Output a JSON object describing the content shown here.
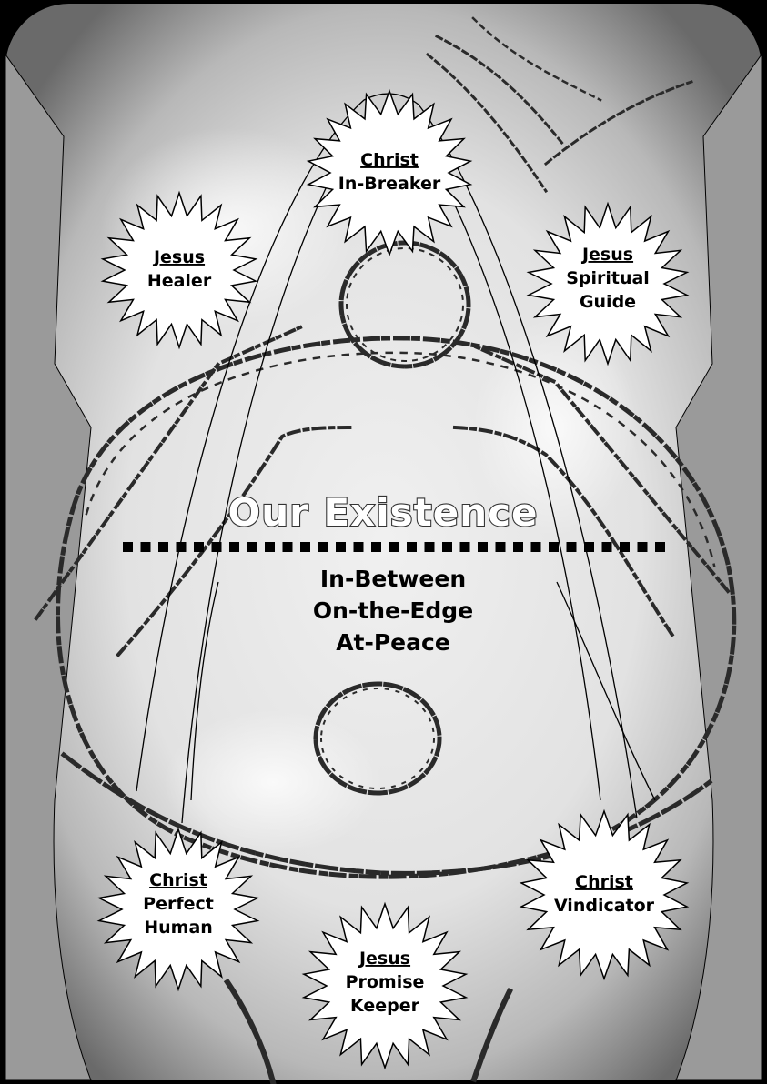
{
  "title": "Our Existence",
  "states": [
    "In-Between",
    "On-the-Edge",
    "At-Peace"
  ],
  "bursts": [
    {
      "id": "christ-in-breaker",
      "head": "Christ",
      "lines": [
        "In-Breaker"
      ]
    },
    {
      "id": "jesus-healer",
      "head": "Jesus",
      "lines": [
        "Healer"
      ]
    },
    {
      "id": "jesus-spiritual-guide",
      "head": "Jesus",
      "lines": [
        "Spiritual",
        "Guide"
      ]
    },
    {
      "id": "christ-perfect-human",
      "head": "Christ",
      "lines": [
        "Perfect",
        "Human"
      ]
    },
    {
      "id": "jesus-promise-keeper",
      "head": "Jesus",
      "lines": [
        "Promise",
        "Keeper"
      ]
    },
    {
      "id": "christ-vindicator",
      "head": "Christ",
      "lines": [
        "Vindicator"
      ]
    }
  ],
  "colors": {
    "background": "#000000",
    "panel_light": "#f2f2f2",
    "panel_gray": "#9a9a9a",
    "sketch": "#2a2a2a",
    "burst_fill": "#ffffff",
    "text": "#000000"
  }
}
